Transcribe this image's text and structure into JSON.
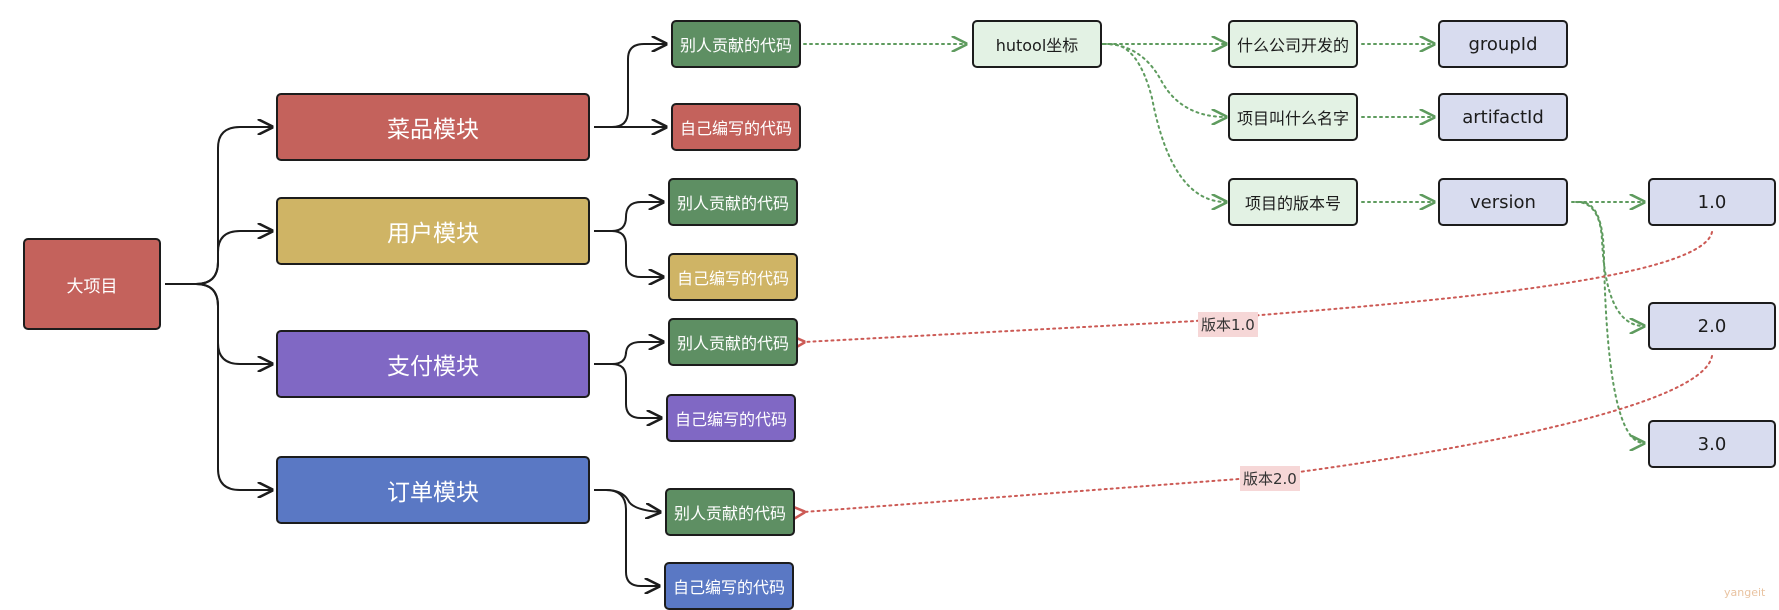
{
  "root": {
    "label": "大项目"
  },
  "modules": [
    {
      "label": "菜品模块"
    },
    {
      "label": "用户模块"
    },
    {
      "label": "支付模块"
    },
    {
      "label": "订单模块"
    }
  ],
  "leaf_labels": {
    "others_code": "别人贡献的代码",
    "own_code": "自己编写的代码"
  },
  "coordinate": {
    "title": "hutool坐标",
    "items": [
      {
        "question": "什么公司开发的",
        "field": "groupId"
      },
      {
        "question": "项目叫什么名字",
        "field": "artifactId"
      },
      {
        "question": "项目的版本号",
        "field": "version"
      }
    ]
  },
  "versions": [
    "1.0",
    "2.0",
    "3.0"
  ],
  "edge_labels": {
    "v1": "版本1.0",
    "v2": "版本2.0"
  },
  "watermark": "yangeit",
  "colors": {
    "red": "#c4625c",
    "yellow": "#cfb465",
    "purple": "#8068c4",
    "blue": "#5a78c4",
    "green": "#5e8f63",
    "light_green": "#e3f2e4",
    "lavender": "#d8dcef",
    "dotted_green": "#5e9b5e",
    "dotted_red": "#cc5a55"
  }
}
